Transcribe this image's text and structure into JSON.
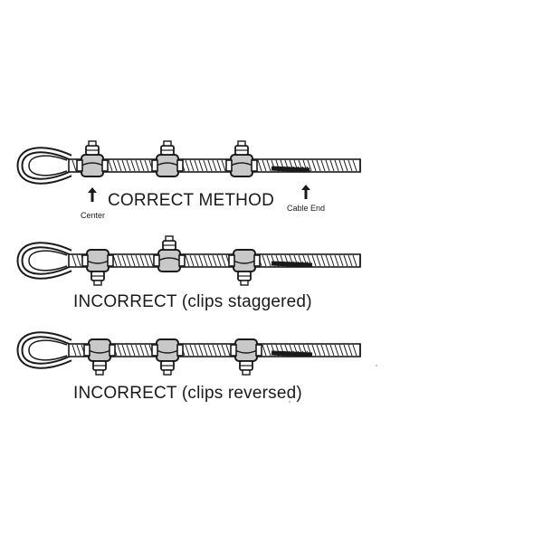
{
  "diagram": {
    "panels": [
      {
        "id": "correct",
        "caption": "CORRECT METHOD",
        "clip_orientation": "saddle-on-live-end",
        "clip_positions": "aligned",
        "callouts": [
          {
            "id": "center",
            "label": "Center"
          },
          {
            "id": "cable-end",
            "label": "Cable End"
          }
        ]
      },
      {
        "id": "incorrect-staggered",
        "caption": "INCORRECT (clips staggered)",
        "clip_orientation": "staggered",
        "clip_positions": "alternating"
      },
      {
        "id": "incorrect-reversed",
        "caption": "INCORRECT (clips reversed)",
        "clip_orientation": "u-bolt-on-live-end",
        "clip_positions": "aligned"
      }
    ],
    "colors": {
      "ink": "#1a1a1a",
      "rope_fill": "#9a9a9a",
      "clip_fill": "#c8c8c8",
      "background": "#ffffff"
    }
  }
}
